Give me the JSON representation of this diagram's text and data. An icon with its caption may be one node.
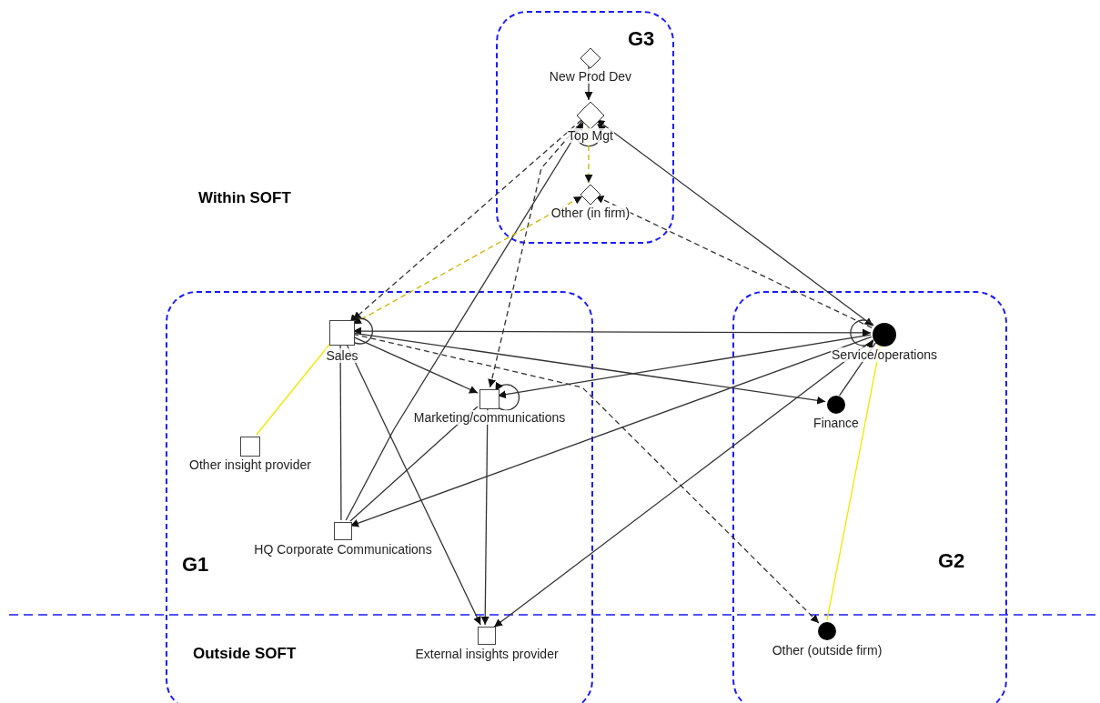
{
  "diagram": {
    "nodes": [
      {
        "text": [
          "G3"
        ]
      },
      {
        "text": [
          "New Prod Dev"
        ],
        "in": 0
      },
      {
        "text": [
          "Top Mgt"
        ],
        "in": 0
      },
      {
        "text": [
          "Other (in firm)"
        ],
        "in": 0
      },
      {
        "text": [
          "G1"
        ]
      },
      {
        "text": [
          "Sales"
        ],
        "in": 4
      },
      {
        "text": [
          "Marketing/communications"
        ],
        "in": 4
      },
      {
        "text": [
          "Other insight provider"
        ],
        "in": 4
      },
      {
        "text": [
          "HQ Corporate Communications"
        ],
        "in": 4
      },
      {
        "text": [
          "External insights provider"
        ],
        "in": 4
      },
      {
        "text": [
          "G2"
        ]
      },
      {
        "text": [
          "Service/operations"
        ],
        "in": 10
      },
      {
        "text": [
          "Finance"
        ],
        "in": 10
      },
      {
        "text": [
          "Other (outside firm)"
        ],
        "in": 10
      }
    ],
    "edges": [
      {
        "from": 1,
        "to": 2,
        "arrow": "to"
      },
      {
        "from": 2,
        "to": 2,
        "arrow": "to"
      },
      {
        "from": 2,
        "to": 3,
        "arrow": "to",
        "style": "dashed",
        "color": "#b8b800"
      },
      {
        "from": 2,
        "to": 5,
        "arrow": "to",
        "style": "dashed"
      },
      {
        "from": 2,
        "to": 6,
        "arrow": "to",
        "style": "dashed"
      },
      {
        "from": 8,
        "to": 2,
        "arrow": "to"
      },
      {
        "from": 2,
        "to": 11,
        "arrow": "both"
      },
      {
        "from": 11,
        "to": 3,
        "arrow": "to",
        "style": "dashed"
      },
      {
        "from": 5,
        "to": 3,
        "arrow": "both",
        "style": "dashed",
        "color": "#c8b400"
      },
      {
        "from": 5,
        "to": 5,
        "arrow": "to"
      },
      {
        "from": 5,
        "to": 11,
        "arrow": "both"
      },
      {
        "from": 5,
        "to": 12,
        "arrow": "to"
      },
      {
        "from": 5,
        "to": 6,
        "arrow": "to"
      },
      {
        "from": 5,
        "to": 13,
        "arrow": "to",
        "style": "dashed"
      },
      {
        "from": 5,
        "to": 9,
        "arrow": "to"
      },
      {
        "from": 5,
        "to": 8,
        "arrow": "none"
      },
      {
        "from": 7,
        "to": 5,
        "arrow": "none",
        "color": "#f0e800"
      },
      {
        "from": 6,
        "to": 6,
        "arrow": "to"
      },
      {
        "from": 11,
        "to": 6,
        "arrow": "to"
      },
      {
        "from": 11,
        "to": 8,
        "arrow": "to"
      },
      {
        "from": 11,
        "to": 9,
        "arrow": "to"
      },
      {
        "from": 11,
        "to": 11,
        "arrow": "to"
      },
      {
        "from": 12,
        "to": 11,
        "arrow": "none"
      },
      {
        "from": 6,
        "to": 9,
        "arrow": "to"
      },
      {
        "from": 8,
        "to": 6,
        "arrow": "none"
      },
      {
        "from": 13,
        "to": 11,
        "arrow": "none",
        "color": "#f0e800"
      }
    ],
    "labels": [
      "Within SOFT",
      "Outside SOFT"
    ]
  }
}
